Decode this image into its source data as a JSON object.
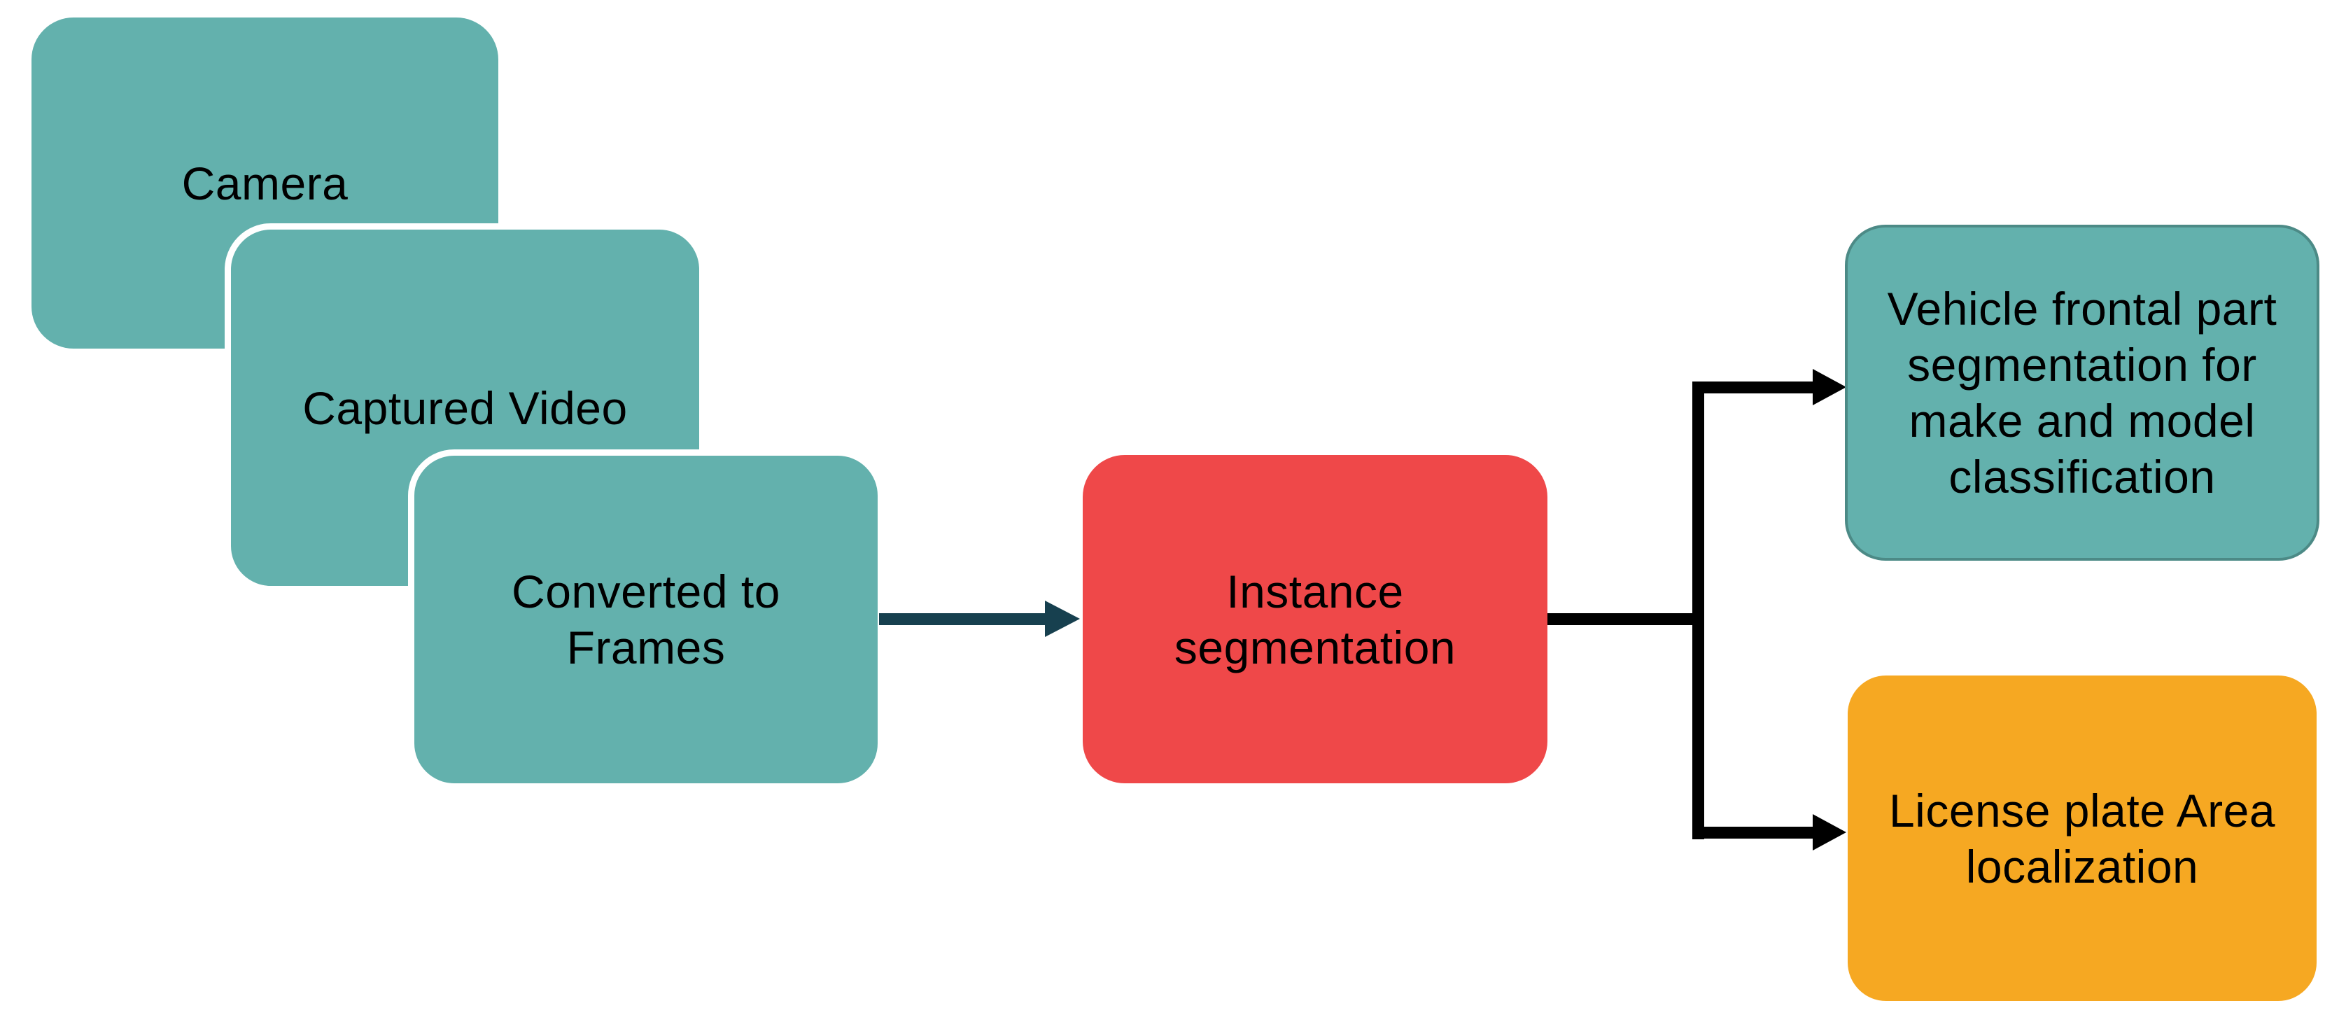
{
  "diagram": {
    "type": "flowchart",
    "background": "#ffffff",
    "colors": {
      "teal_fill": "#63B1AD",
      "teal_border": "#4C8A86",
      "red_fill": "#EF4849",
      "orange_fill": "#F6A822",
      "navy_arrow": "#17404F",
      "black_connector": "#000000",
      "overlap_outline": "#FFFFFF",
      "text": "#000000"
    },
    "nodes": [
      {
        "id": "camera",
        "label": "Camera",
        "fill": "teal"
      },
      {
        "id": "captured-video",
        "label": "Captured Video",
        "fill": "teal"
      },
      {
        "id": "converted-to-frames",
        "label": "Converted to\nFrames",
        "fill": "teal"
      },
      {
        "id": "instance-segmentation",
        "label": "Instance\nsegmentation",
        "fill": "red"
      },
      {
        "id": "vehicle-frontal-segmentation",
        "label": "Vehicle frontal part\nsegmentation for\nmake and model\nclassification",
        "fill": "teal"
      },
      {
        "id": "license-plate-localization",
        "label": "License plate Area\nlocalization",
        "fill": "orange"
      }
    ],
    "edges": [
      {
        "from": "converted-to-frames",
        "to": "instance-segmentation",
        "style": "navy-arrow"
      },
      {
        "from": "instance-segmentation",
        "to": "vehicle-frontal-segmentation",
        "style": "black-arrow"
      },
      {
        "from": "instance-segmentation",
        "to": "license-plate-localization",
        "style": "black-arrow"
      }
    ]
  }
}
